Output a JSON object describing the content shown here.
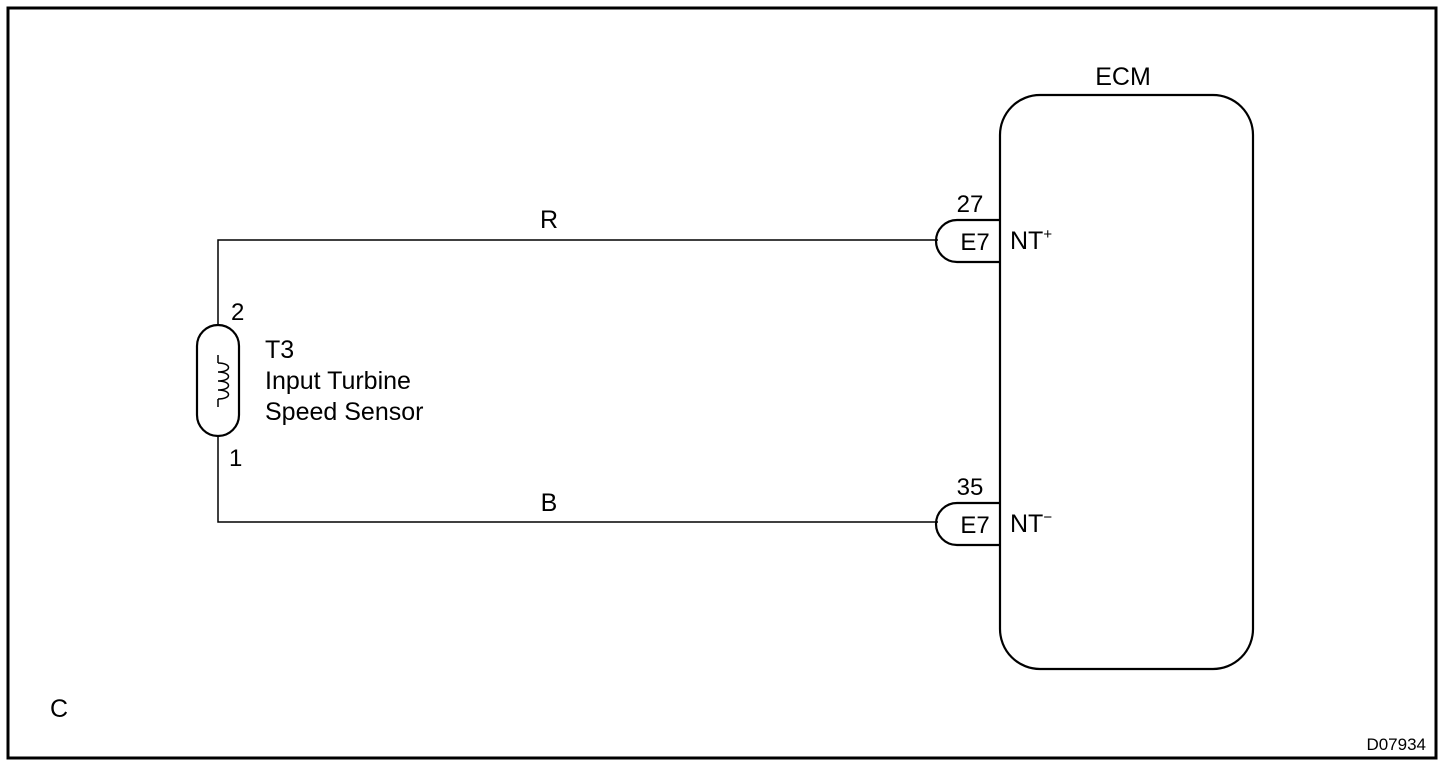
{
  "diagram": {
    "ecm_label": "ECM",
    "sensor": {
      "code": "T3",
      "name_line1": "Input Turbine",
      "name_line2": "Speed Sensor",
      "pin_top": "2",
      "pin_bottom": "1"
    },
    "wires": [
      {
        "color_code": "R",
        "connector": "E7",
        "pin_number": "27",
        "terminal_base": "NT",
        "terminal_sign": "+"
      },
      {
        "color_code": "B",
        "connector": "E7",
        "pin_number": "35",
        "terminal_base": "NT",
        "terminal_sign": "−"
      }
    ],
    "corner_label": "C",
    "figure_code": "D07934"
  }
}
